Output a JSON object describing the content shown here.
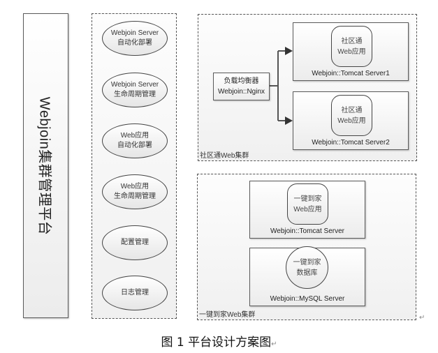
{
  "platform": {
    "title": "Webjoin集群管理平台"
  },
  "functions": [
    {
      "line1": "Webjoin Server",
      "line2": "自动化部署"
    },
    {
      "line1": "Webjoin Server",
      "line2": "生命周期管理"
    },
    {
      "line1": "Web应用",
      "line2": "自动化部署"
    },
    {
      "line1": "Web应用",
      "line2": "生命周期管理"
    },
    {
      "line1": "配置管理",
      "line2": ""
    },
    {
      "line1": "日志管理",
      "line2": ""
    }
  ],
  "community_cluster": {
    "label": "社区通Web集群",
    "load_balancer": {
      "line1": "负载均衡器",
      "line2": "Webjoin::Nginx"
    },
    "servers": [
      {
        "name": "Webjoin::Tomcat Server1",
        "app_line1": "社区通",
        "app_line2": "Web应用"
      },
      {
        "name": "Webjoin::Tomcat Server2",
        "app_line1": "社区通",
        "app_line2": "Web应用"
      }
    ]
  },
  "home_cluster": {
    "label": "一键到家Web集群",
    "tomcat": {
      "name": "Webjoin::Tomcat Server",
      "app_line1": "一键到家",
      "app_line2": "Web应用"
    },
    "mysql": {
      "name": "Webjoin::MySQL Server",
      "db_line1": "一键到家",
      "db_line2": "数据库"
    }
  },
  "caption": "图 1 平台设计方案图",
  "return_mark": "↵"
}
